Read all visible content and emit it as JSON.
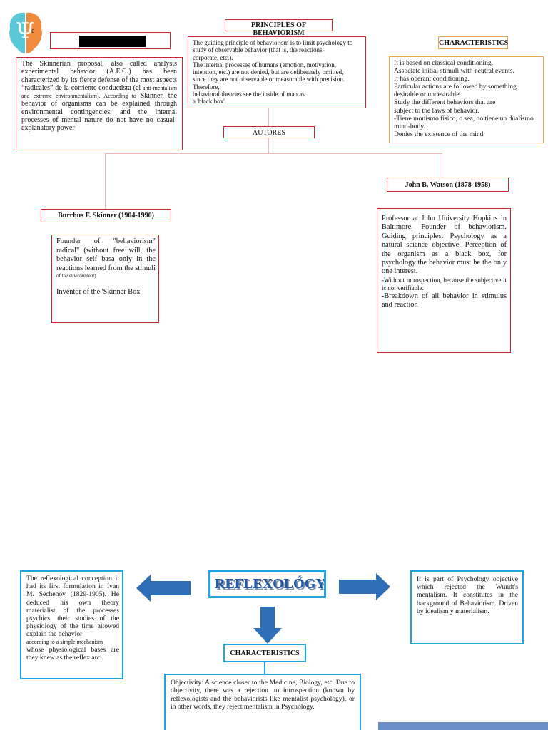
{
  "logo": {
    "glyph": "Ψ",
    "letter": "c"
  },
  "top": {
    "principles_title": "PRINCIPLES OF BEHAVIORISM",
    "principles_text": [
      "The guiding principle of behaviorism is to limit psychology to",
      "study of observable behavior (that is, the reactions",
      "corporate, etc.).",
      "The internal processes of humans (emotion, motivation,",
      "intention, etc.) are not denied, but are deliberately omitted,",
      "since they are not observable or measurable with precision. Therefore,",
      "behavioral theories see the inside of man as",
      "a 'black box'."
    ],
    "characteristics_title": "CHARACTERISTICS",
    "characteristics_text": [
      "It is based on classical conditioning.",
      "Associate initial stimuli with neutral events.",
      "It has operant conditioning.",
      "Particular actions are followed by something",
      "desirable or undesirable.",
      "Study the different behaviors that are",
      "subject to the laws of behavior.",
      "-Tiene monismo físico, o sea, no tiene un dualismo",
      "mind-body.",
      "Denies the existence of the mind"
    ],
    "left_text_a": "The Skinnerian proposal, also called analysis experimental behavior (A.E.C.) has been characterized by its fierce defense of the most aspects “radicales” de la corriente conductista (el",
    "left_text_b": "anti-mentalism and extreme environmentalism). According to",
    "left_text_c": "Skinner, the behavior of organisms can be explained through environmental contingencies, and the internal processes of mental nature do not have no casual-explanatory power",
    "autores": "AUTORES",
    "skinner_name": "Burrhus F. Skinner (1904-1990)",
    "skinner_text_a": "Founder of \"behaviorism\" radical\" (without free will, the behavior self basa only in the reactions learned from the stimuli",
    "skinner_text_b": "of the environment).",
    "skinner_text_c": "Inventor of the 'Skinner Box'",
    "watson_name": "John B. Watson (1878-1958)",
    "watson_text_a": "Professor at John University Hopkins in Baltimore. Founder of behaviorism. Guiding principles: Psychology as a natural science objective. Perception of the organism as a black box, for psychology the behavior must be the only one interest.",
    "watson_text_b": "-Without introspection, because the subjective it is not verifiable.",
    "watson_text_c": "-Breakdown of all behavior in stimulus and reaction"
  },
  "bottom": {
    "title": "REFLEXOLÓGY",
    "left_text_a": "The reflexological conception it had its first formulation in Ivan M. Sechenov (1829-1905). He deduced his own theory materialist of the processes psychics, their studies of the physiology of the time allowed explain the behavior",
    "left_text_b": "according to a simple mechanism",
    "left_text_c": "whose physiological bases are they knew as the reflex arc.",
    "right_text": "It is part of Psychology objective which rejected the Wundt's mentalism. It constitutes in the background of Behaviorism. Driven by idealism y materialism.",
    "characteristics_title": "CHARACTERISTICS",
    "objectivity_text": "Objectivity: A science closer to the Medicine, Biology, etc. Due to objectivity, there was a rejection. to introspection (known by reflexologists and the behaviorists like mentalist psychology), or in other words, they reject mentalism in Psychology."
  },
  "colors": {
    "red": "#c9252b",
    "orange": "#f0a04b",
    "blue": "#1fa4e0",
    "arrow": "#2e6fb7",
    "logo_left": "#5bc8d8",
    "logo_right": "#f08a3c"
  }
}
